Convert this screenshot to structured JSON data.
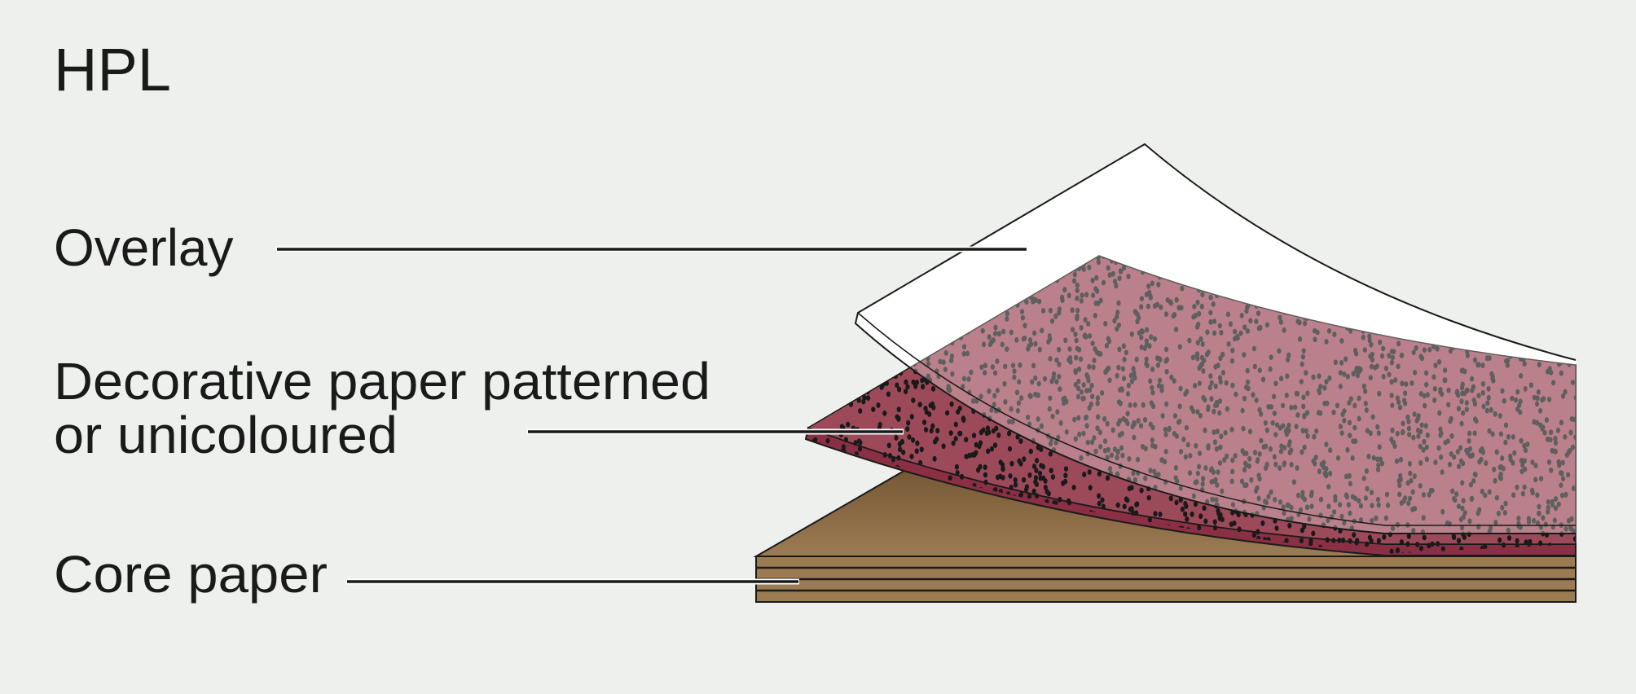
{
  "title": "HPL",
  "labels": {
    "overlay": "Overlay",
    "decorative_line1": "Decorative paper patterned",
    "decorative_line2": "or unicoloured",
    "core": "Core paper"
  },
  "colors": {
    "background": "#eef0ee",
    "overlay": "#ffffff",
    "decorative": "#9c4a5a",
    "decorative_edge": "#8a2f44",
    "core_top_dark": "#7b5e3a",
    "core_top_light": "#9a7a52",
    "core_front": "#9a7b52",
    "ink": "#1a1a1a"
  }
}
